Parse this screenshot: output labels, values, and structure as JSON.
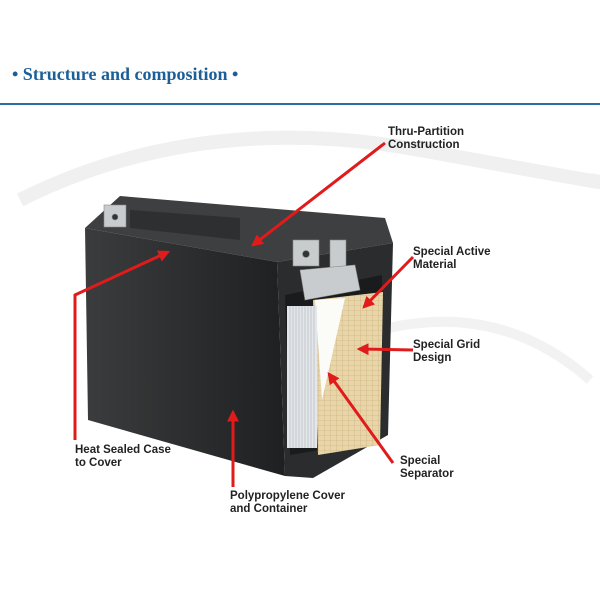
{
  "header": {
    "title": "• Structure and composition •"
  },
  "colors": {
    "accent": "#1b5f98",
    "arrow": "#e01b1b",
    "case": "#2b2d2e"
  },
  "labels": {
    "thru_partition": [
      "Thru-Partition",
      "Construction"
    ],
    "active_material": [
      "Special Active",
      "Material"
    ],
    "grid_design": [
      "Special Grid",
      "Design"
    ],
    "separator": [
      "Special",
      "Separator"
    ],
    "heat_sealed": [
      "Heat Sealed Case",
      "to Cover"
    ],
    "polypropylene": [
      "Polypropylene Cover",
      "and Container"
    ]
  }
}
